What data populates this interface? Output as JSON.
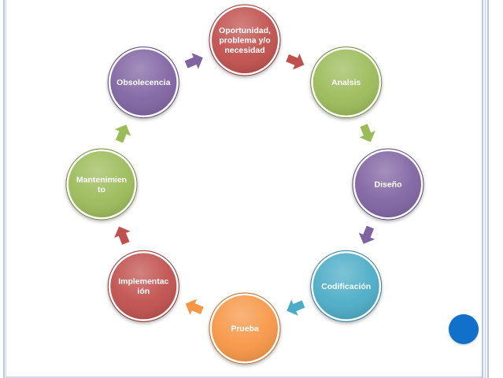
{
  "diagram": {
    "nodes": [
      {
        "lines": [
          "Oportunidad,",
          "problema y/o",
          "necesidad"
        ],
        "fill": "#c0504d",
        "ring": "#8f3230"
      },
      {
        "lines": [
          "Analsis"
        ],
        "fill": "#9bbb59",
        "ring": "#6f8c3a"
      },
      {
        "lines": [
          "Diseño"
        ],
        "fill": "#8064a2",
        "ring": "#5b4578"
      },
      {
        "lines": [
          "Codificación"
        ],
        "fill": "#4bacc6",
        "ring": "#2f7f96"
      },
      {
        "lines": [
          "Prueba"
        ],
        "fill": "#f79646",
        "ring": "#c06b25"
      },
      {
        "lines": [
          "Implementac",
          "ión"
        ],
        "fill": "#c0504d",
        "ring": "#8f3230"
      },
      {
        "lines": [
          "Mantenimien",
          "to"
        ],
        "fill": "#9bbb59",
        "ring": "#6f8c3a"
      },
      {
        "lines": [
          "Obsolecencia"
        ],
        "fill": "#8064a2",
        "ring": "#5b4578"
      }
    ],
    "arrows": [
      {
        "from": 0,
        "to": 1,
        "color": "#c0504d"
      },
      {
        "from": 1,
        "to": 2,
        "color": "#9bbb59"
      },
      {
        "from": 2,
        "to": 3,
        "color": "#8064a2"
      },
      {
        "from": 3,
        "to": 4,
        "color": "#4bacc6"
      },
      {
        "from": 4,
        "to": 5,
        "color": "#f79646"
      },
      {
        "from": 5,
        "to": 6,
        "color": "#c0504d"
      },
      {
        "from": 6,
        "to": 7,
        "color": "#9bbb59"
      },
      {
        "from": 7,
        "to": 0,
        "color": "#8064a2"
      }
    ]
  },
  "decor": {
    "dot_color": "#1170c9"
  }
}
